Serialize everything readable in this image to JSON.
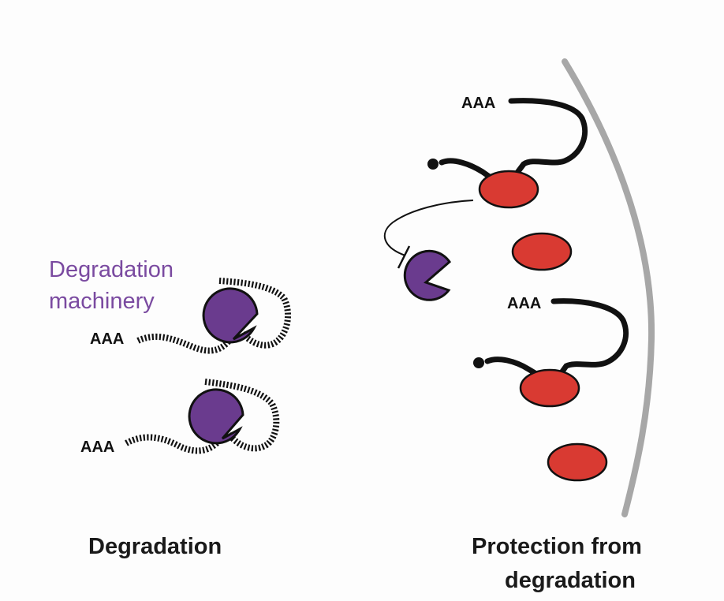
{
  "labels": {
    "machinery_line1": "Degradation",
    "machinery_line2": "machinery",
    "poly_a": "AAA",
    "caption_left": "Degradation",
    "caption_right_line1": "Protection from",
    "caption_right_line2": "degradation"
  },
  "colors": {
    "degradation_machinery": "#6a3b8e",
    "machinery_label": "#7a4aa0",
    "ribosome": "#d93a32",
    "membrane": "#a7a7a7",
    "mrna": "#111111"
  },
  "icons": {
    "degradation_machinery": "pac-man-shape",
    "ribosome": "red-ellipse",
    "inhibition": "blunt-arrow"
  }
}
